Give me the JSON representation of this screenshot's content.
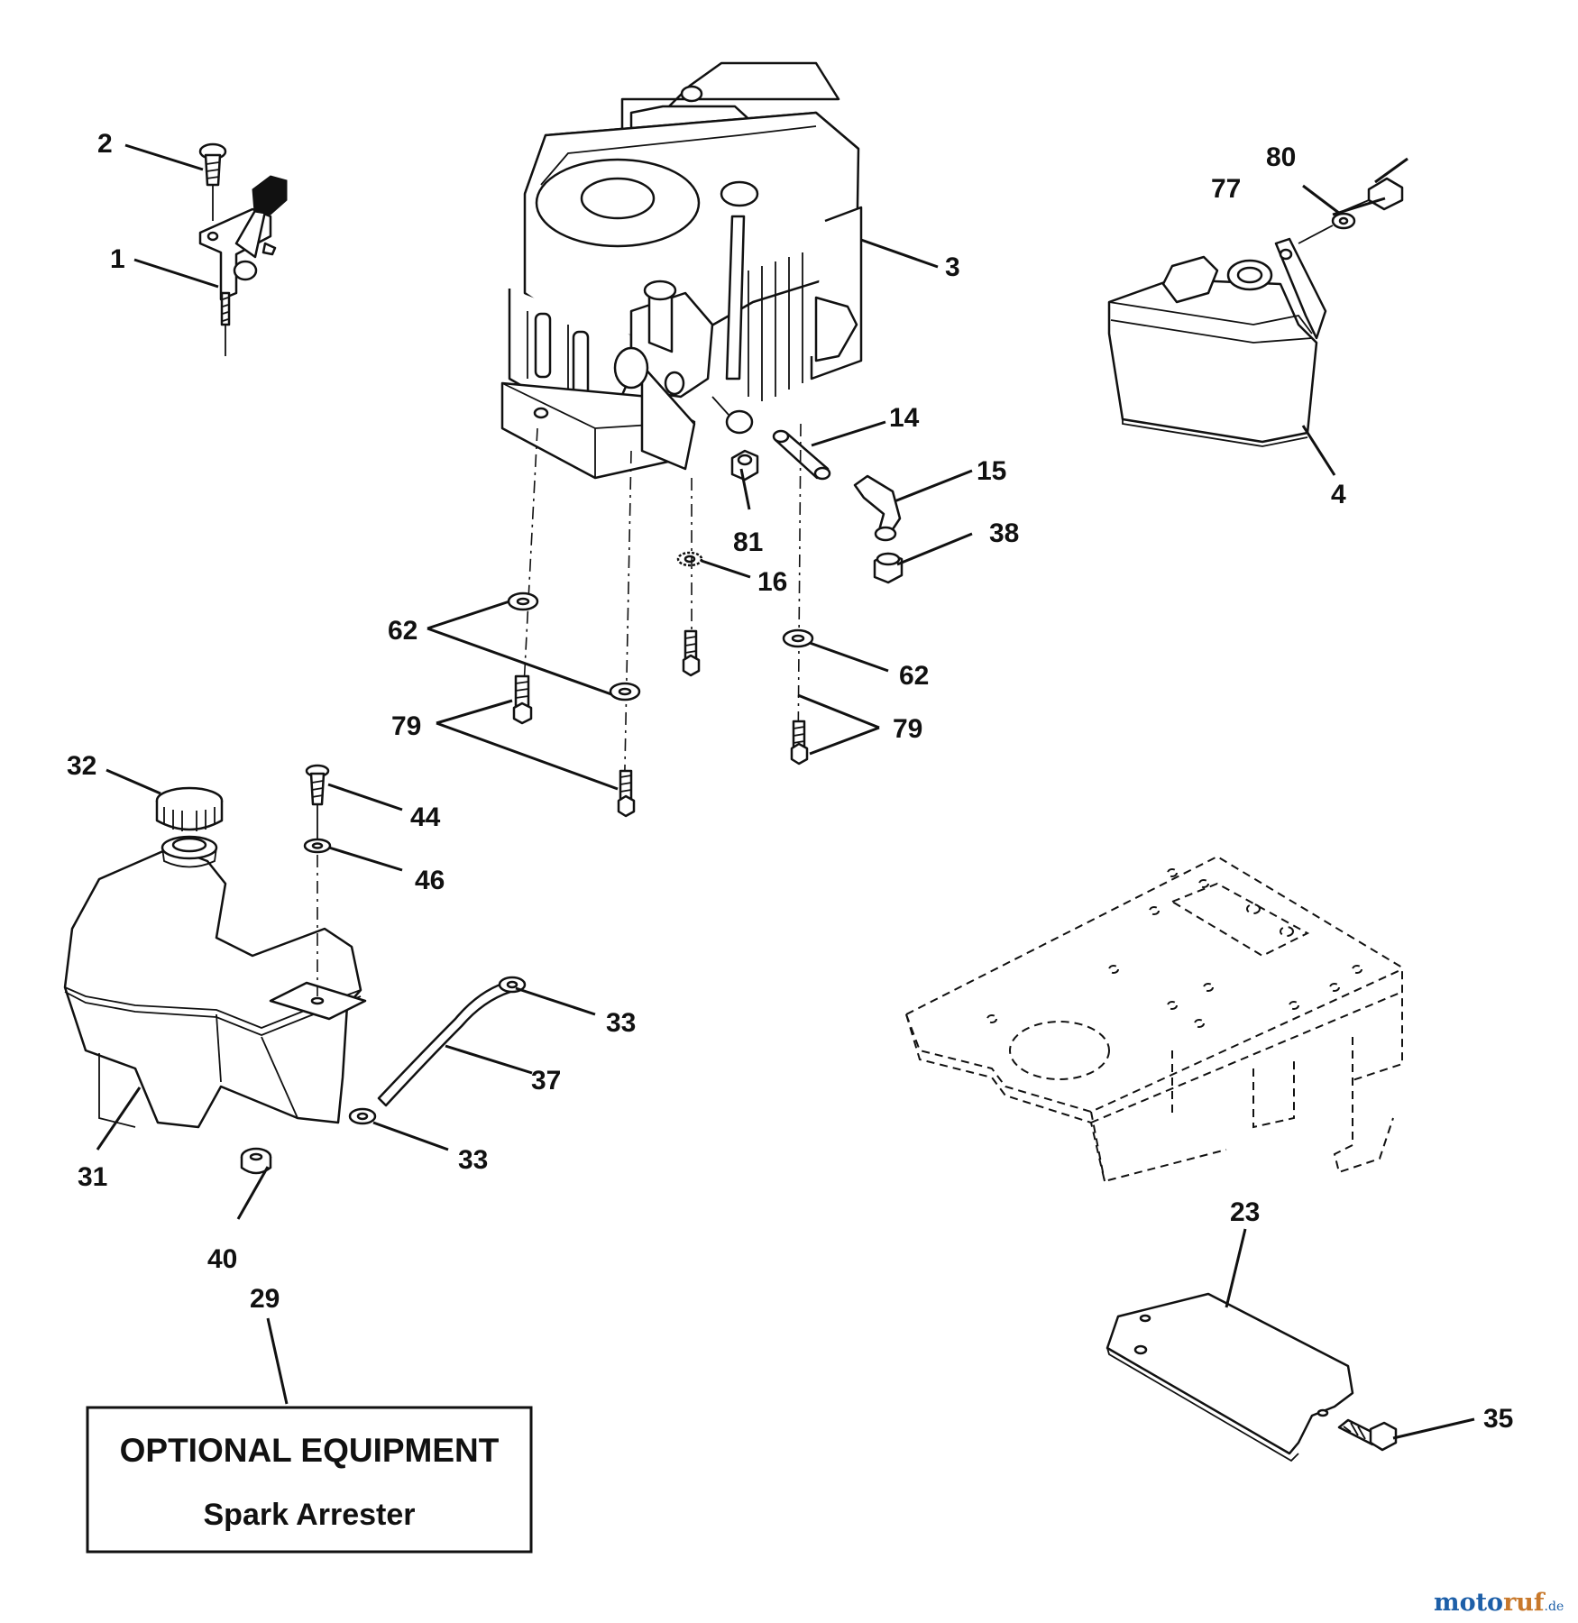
{
  "callouts": {
    "c1": "1",
    "c2": "2",
    "c3": "3",
    "c4": "4",
    "c14": "14",
    "c15": "15",
    "c16": "16",
    "c23": "23",
    "c29": "29",
    "c31": "31",
    "c32": "32",
    "c33a": "33",
    "c33b": "33",
    "c35": "35",
    "c37": "37",
    "c38": "38",
    "c40": "40",
    "c44": "44",
    "c46": "46",
    "c62a": "62",
    "c62b": "62",
    "c77": "77",
    "c79a": "79",
    "c79b": "79",
    "c80": "80",
    "c81": "81"
  },
  "optional_box": {
    "title": "OPTIONAL EQUIPMENT",
    "subtitle": "Spark Arrester"
  },
  "watermark": {
    "part1": "moto",
    "part2": "ruf",
    "suffix": ".de"
  }
}
